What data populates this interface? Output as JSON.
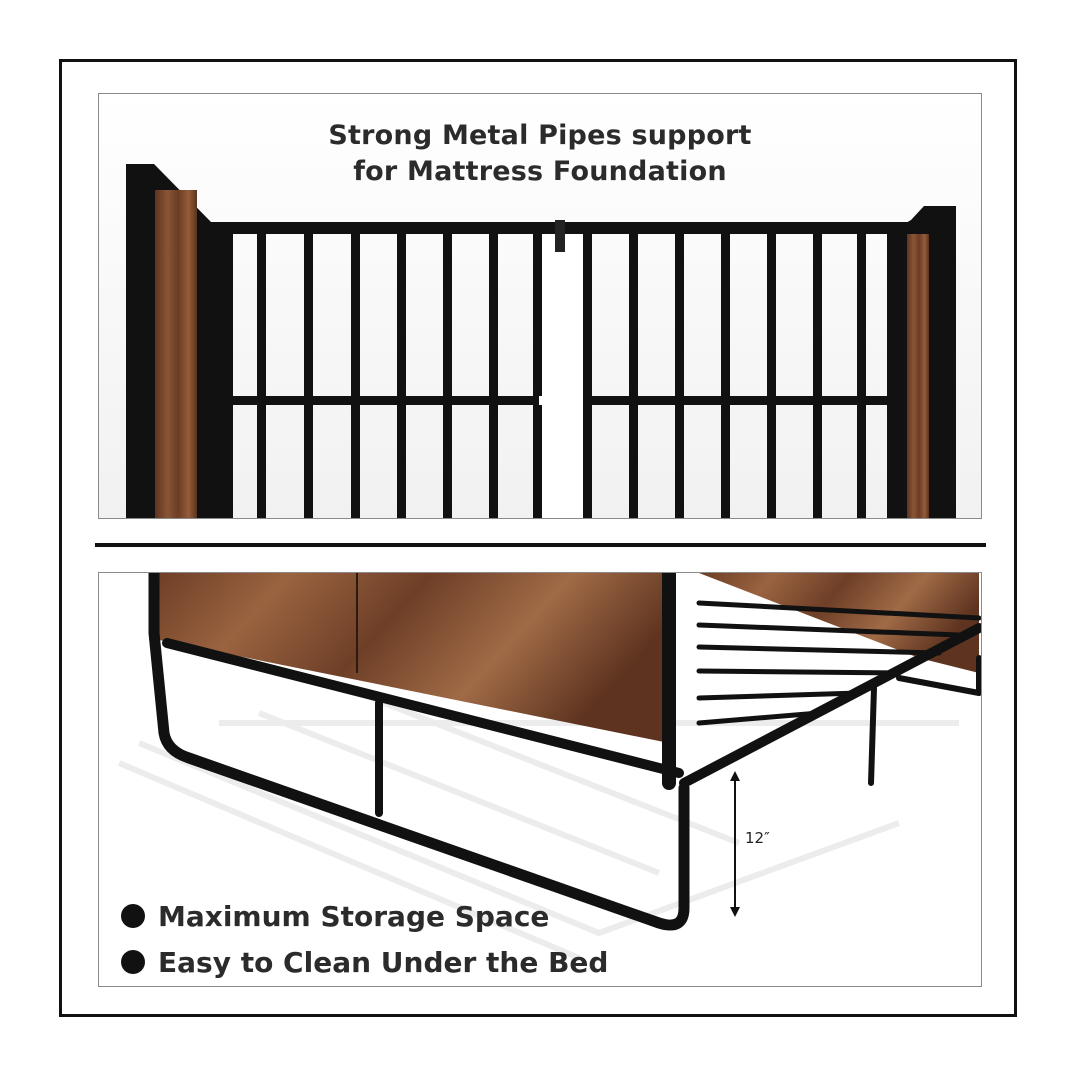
{
  "top_panel": {
    "headline_line1": "Strong Metal Pipes support",
    "headline_line2": "for Mattress Foundation"
  },
  "bottom_panel": {
    "features": [
      {
        "text": "Maximum Storage Space",
        "icon": "chevron-right-icon"
      },
      {
        "text": "Easy to Clean Under the Bed",
        "icon": "chevron-right-icon"
      }
    ],
    "clearance_label": "12″"
  },
  "colors": {
    "frame": "#111111",
    "metal": "#111111",
    "wood": "#7a4a30",
    "text": "#2b2b2b"
  }
}
